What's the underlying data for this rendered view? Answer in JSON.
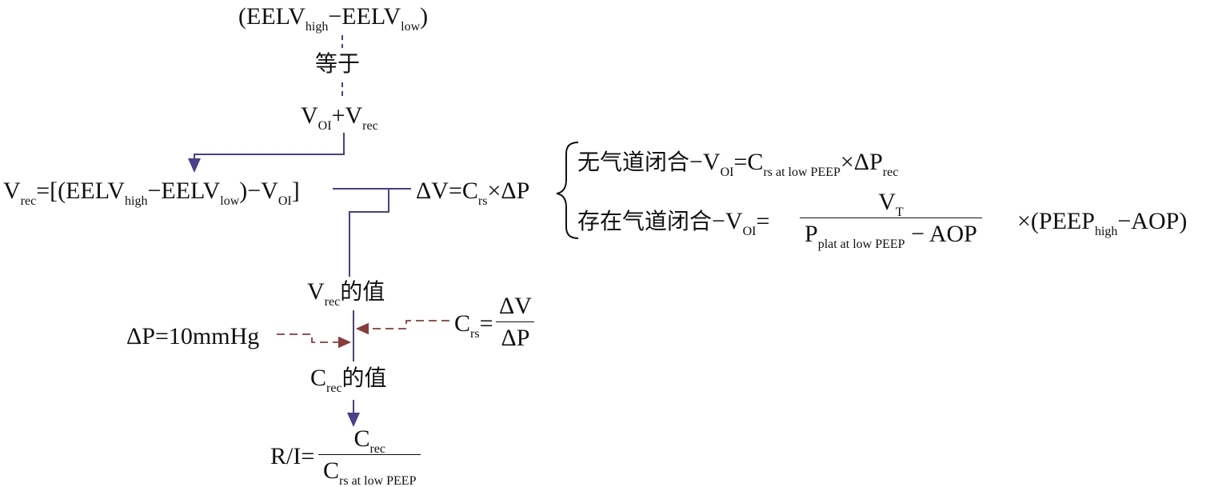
{
  "diagram": {
    "top_expr": "(EELV",
    "top_sub1": "high",
    "top_mid": "−EELV",
    "top_sub2": "low",
    "top_end": ")",
    "equals_label": "等于",
    "sum_v": "V",
    "sum_v_sub": "OI",
    "sum_plus": "+V",
    "sum_plus_sub": "rec",
    "vrec_lhs": "V",
    "vrec_lhs_sub": "rec",
    "vrec_a": "=[(EELV",
    "vrec_a_sub": "high",
    "vrec_b": "−EELV",
    "vrec_b_sub": "low",
    "vrec_c": ")−V",
    "vrec_c_sub": "OI",
    "vrec_d": "]",
    "dv_a": "ΔV=C",
    "dv_a_sub": "rs",
    "dv_b": "×ΔP",
    "case1_cjk": "无气道闭合",
    "case1_a": "−V",
    "case1_a_sub": "OI",
    "case1_b": "=C",
    "case1_b_sub": "rs at low PEEP",
    "case1_c": "×ΔP",
    "case1_c_sub": "rec",
    "case2_cjk": "存在气道闭合",
    "case2_a": "−V",
    "case2_a_sub": "OI",
    "case2_eq": "=",
    "case2_num": "V",
    "case2_num_sub": "T",
    "case2_den": "P",
    "case2_den_sub": "plat at low  PEEP",
    "case2_den_end": " − AOP",
    "case2_c": "×(PEEP",
    "case2_c_sub": "high",
    "case2_d": "−AOP)",
    "vrec_value": "V",
    "vrec_value_sub": "rec",
    "vrec_value_cjk": "的值",
    "dp_value": "ΔP=10mmHg",
    "crs_lhs": "C",
    "crs_lhs_sub": "rs",
    "crs_eq": "=",
    "crs_num": "ΔV",
    "crs_den": "ΔP",
    "crec_value": "C",
    "crec_value_sub": "rec",
    "crec_value_cjk": "的值",
    "ri_lhs": "R/I=",
    "ri_num": "C",
    "ri_num_sub": "rec",
    "ri_den": "C",
    "ri_den_sub": "rs at low PEEP"
  },
  "colors": {
    "solid_line": "#4b3f8a",
    "dashed_line": "#8a3a3a",
    "text": "#111111"
  }
}
